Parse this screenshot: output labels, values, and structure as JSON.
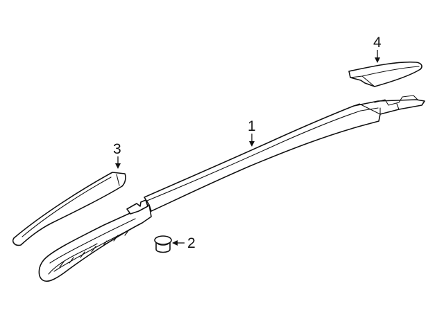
{
  "callouts": [
    {
      "number": "1",
      "part": "roof-rail"
    },
    {
      "number": "2",
      "part": "clip"
    },
    {
      "number": "3",
      "part": "front-rail-cover"
    },
    {
      "number": "4",
      "part": "rear-rail-cover"
    }
  ]
}
